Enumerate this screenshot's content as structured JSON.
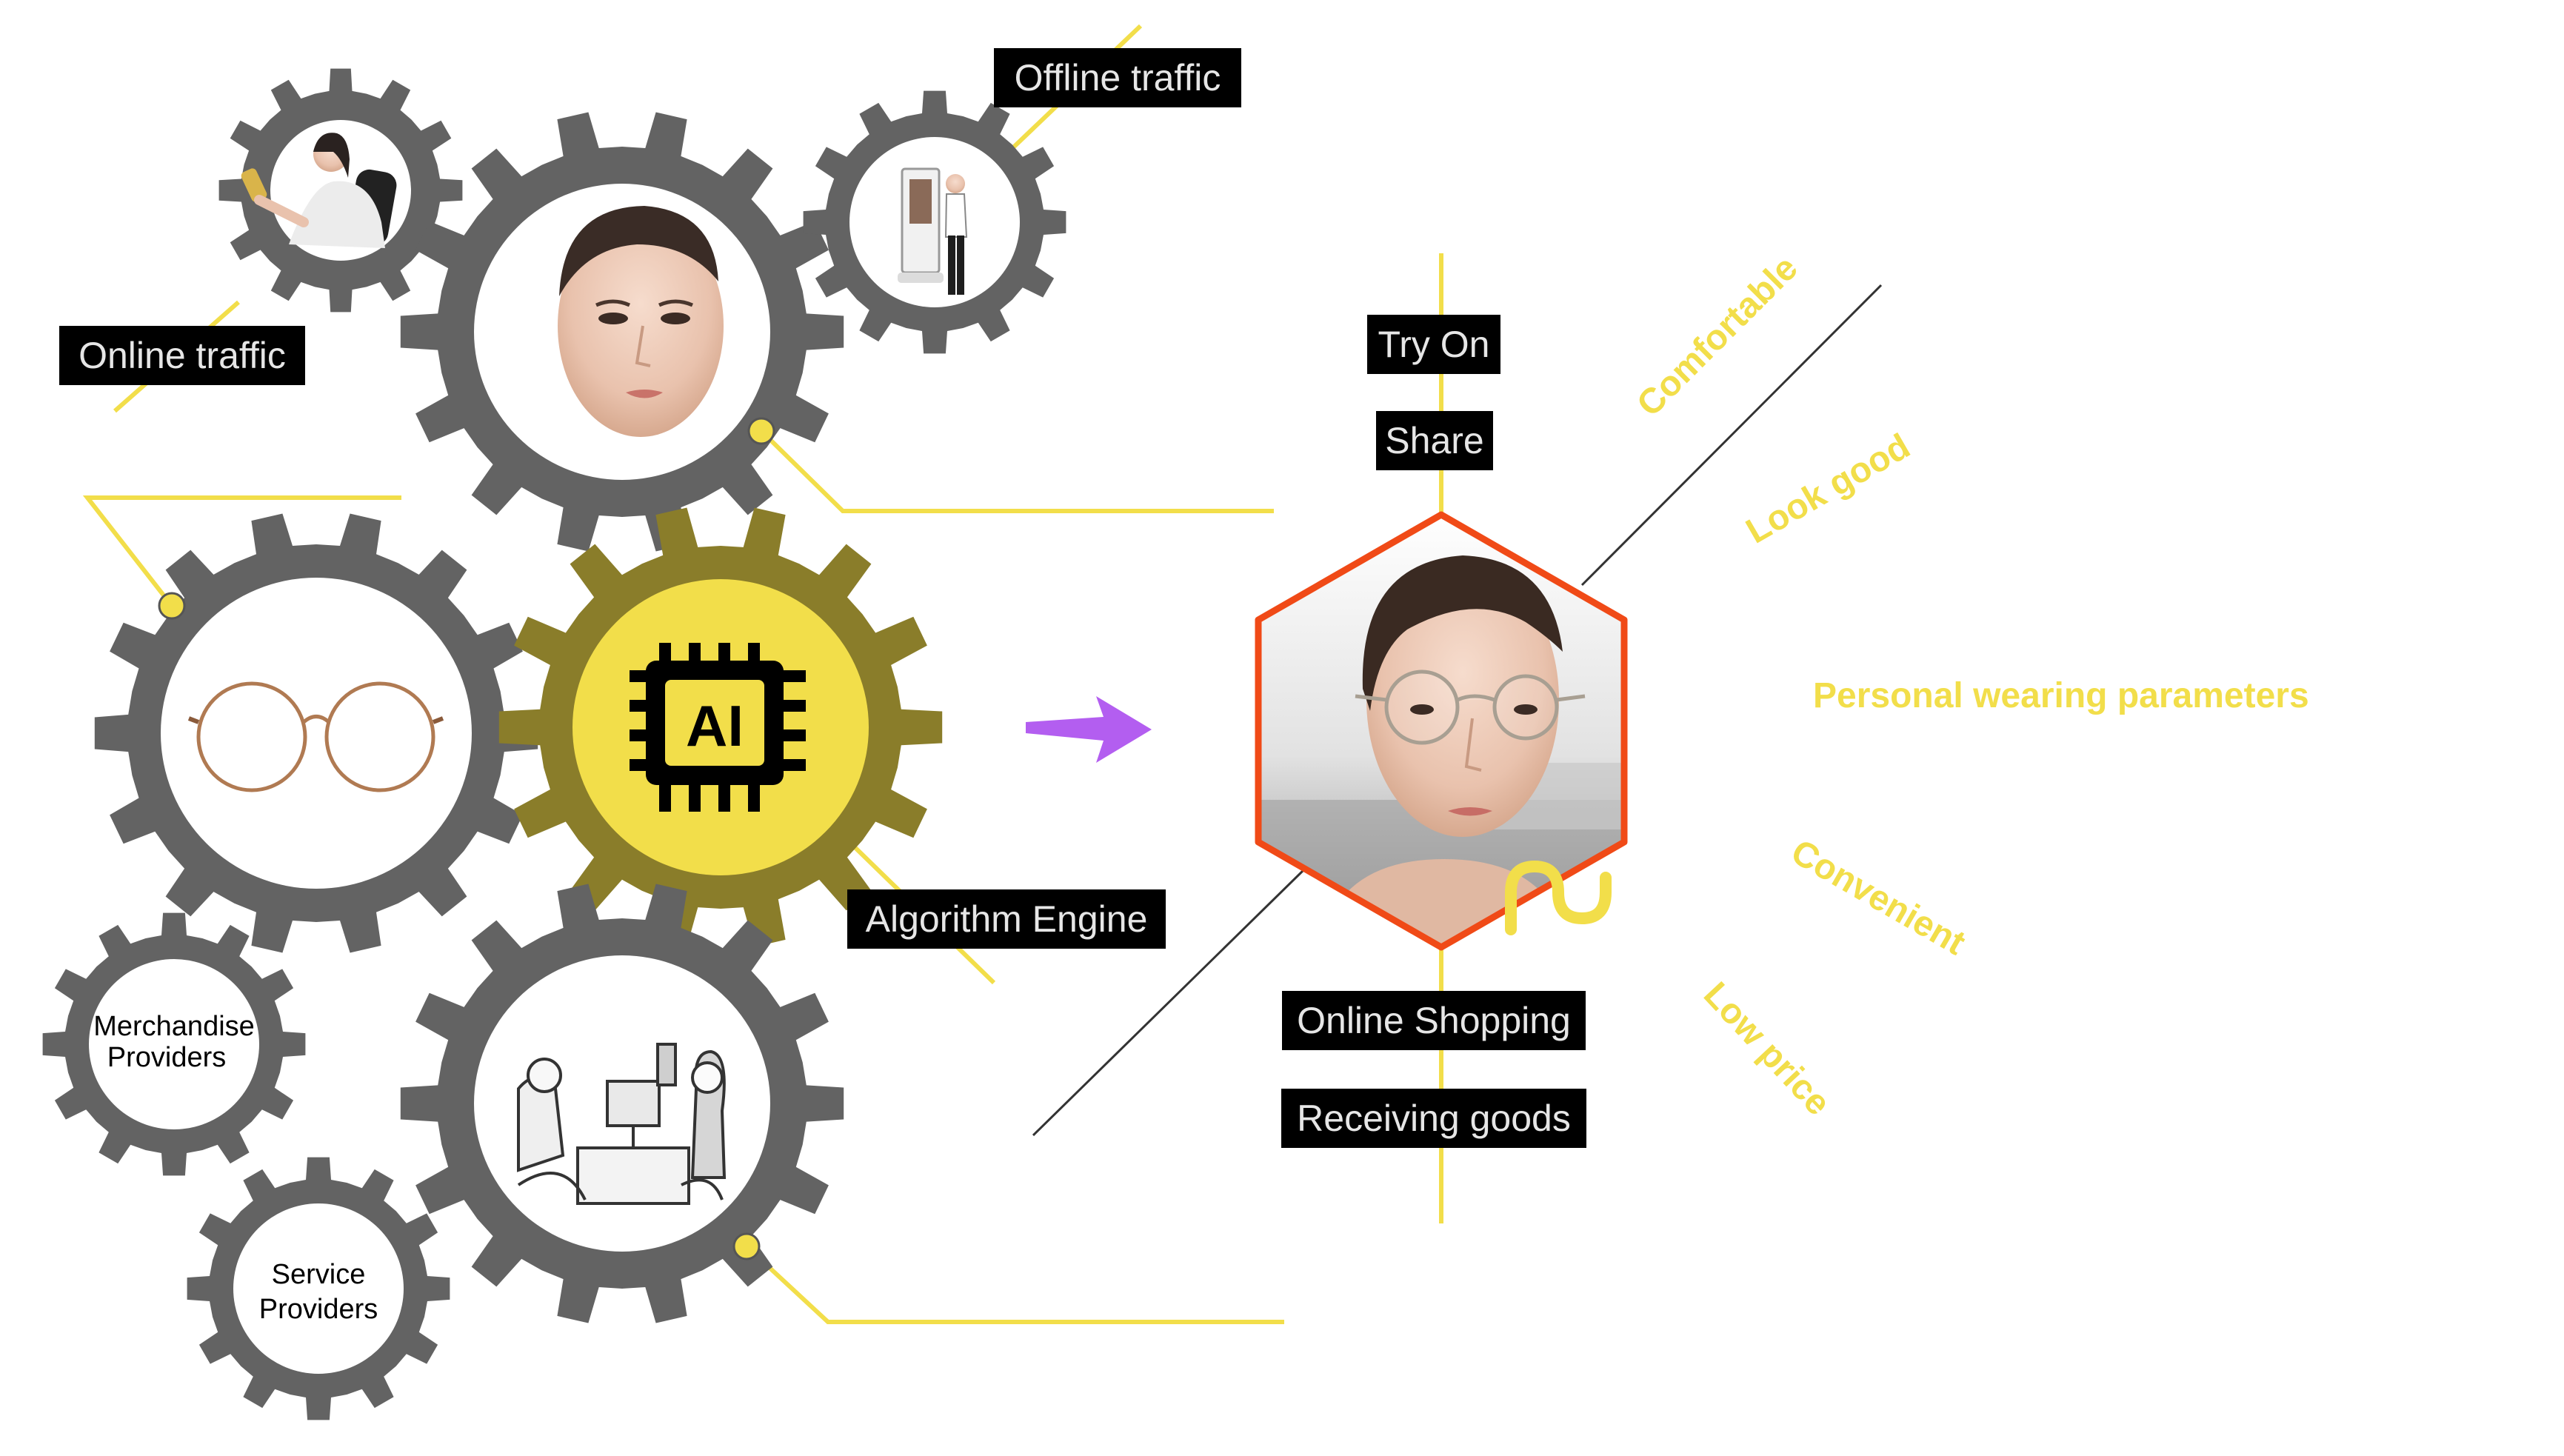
{
  "labels": {
    "online_traffic": "Online traffic",
    "offline_traffic": "Offline traffic",
    "try_on": "Try On",
    "share": "Share",
    "algorithm_engine": "Algorithm Engine",
    "online_shopping": "Online Shopping",
    "receiving_goods": "Receiving goods",
    "merchandise_providers_line1": "Merchandise",
    "merchandise_providers_line2": "Providers",
    "service_providers_line1": "Service",
    "service_providers_line2": "Providers",
    "ai_chip": "AI"
  },
  "benefits": {
    "comfortable": "Comfortable",
    "look_good": "Look good",
    "personal_params": "Personal wearing parameters",
    "convenient": "Convenient",
    "low_price": "Low price"
  },
  "colors": {
    "gear_gray": "#636363",
    "gear_olive": "#8a7d2a",
    "accent_yellow": "#f2de4a",
    "hexagon_border": "#f04a17",
    "arrow_purple": "#b35ef0",
    "label_bg": "#000000"
  },
  "icons": {
    "ai_chip": "ai-chip-icon",
    "logo": "brand-logo-icon"
  }
}
